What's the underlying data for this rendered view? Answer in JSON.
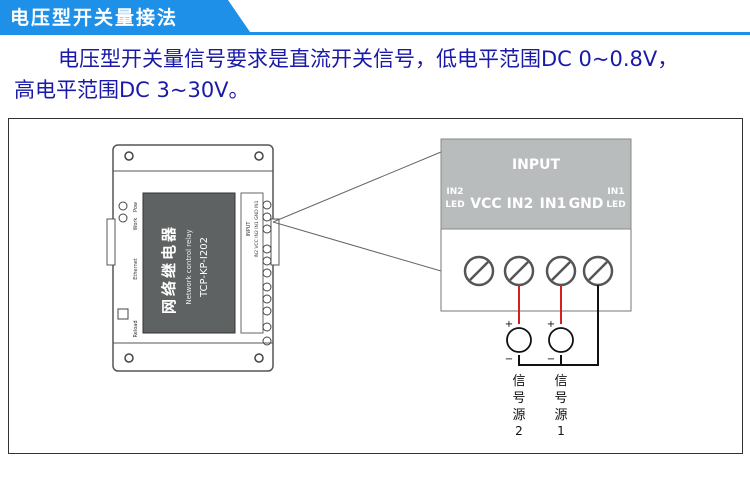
{
  "header": {
    "title": "电压型开关量接法"
  },
  "description": {
    "line1": "电压型开关量信号要求是直流开关信号，低电平范围DC 0~0.8V，",
    "line2": "高电平范围DC 3~30V。"
  },
  "device": {
    "name_cn": "网络继电器",
    "name_en": "Network control relay",
    "model": "TCP-KP-I202",
    "side_labels": [
      "Reload",
      "Ethernet",
      "Work",
      "Pow"
    ],
    "terminal_strip_labels": [
      "INPUT",
      "IN2 VCC IN2 IN1 GND IN1"
    ]
  },
  "terminal_block": {
    "header": "INPUT",
    "labels": [
      {
        "top": "IN2",
        "bottom": "LED"
      },
      {
        "top": "VCC",
        "bottom": ""
      },
      {
        "top": "IN2",
        "bottom": ""
      },
      {
        "top": "IN1",
        "bottom": ""
      },
      {
        "top": "GND",
        "bottom": ""
      },
      {
        "top": "IN1",
        "bottom": "LED"
      }
    ]
  },
  "signal_sources": [
    {
      "plus": "+",
      "minus": "−",
      "label": [
        "信",
        "号",
        "源",
        "2"
      ]
    },
    {
      "plus": "+",
      "minus": "−",
      "label": [
        "信",
        "号",
        "源",
        "1"
      ]
    }
  ],
  "colors": {
    "accent": "#1e90e8",
    "wire_positive": "#d42020",
    "wire_negative": "#111111",
    "block": "#b9bcbc"
  }
}
